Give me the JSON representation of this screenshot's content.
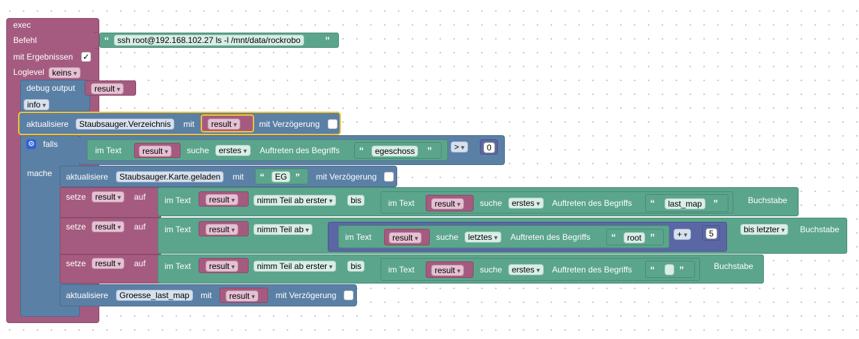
{
  "exec": {
    "title": "exec",
    "command_label": "Befehl",
    "command_value": "ssh root@192.168.102.27 ls -l /mnt/data/rockrobo",
    "results_label": "mit Ergebnissen",
    "results_checked": "✓",
    "loglevel_label": "Loglevel",
    "loglevel_value": "keins"
  },
  "debug": {
    "label": "debug output",
    "var": "result",
    "level": "info"
  },
  "update1": {
    "label": "aktualisiere",
    "state": "Staubsauger.Verzeichnis",
    "with": "mit",
    "var": "result",
    "delay": "mit Verzögerung"
  },
  "if_block": {
    "falls": "falls",
    "mache": "mache",
    "in_text": "im Text",
    "var": "result",
    "search": "suche",
    "which": "erstes",
    "occurrence": "Auftreten des Begriffs",
    "term": "egeschoss",
    "op": ">",
    "num": "0"
  },
  "update2": {
    "label": "aktualisiere",
    "state": "Staubsauger.Karte.geladen",
    "with": "mit",
    "value": "EG",
    "delay": "mit Verzögerung"
  },
  "set1": {
    "set": "setze",
    "var": "result",
    "to": "auf",
    "in_text": "im Text",
    "var2": "result",
    "mode": "nimm Teil ab erster",
    "until": "bis",
    "in_text2": "im Text",
    "var3": "result",
    "search": "suche",
    "which": "erstes",
    "occurrence": "Auftreten des Begriffs",
    "term": "last_map",
    "char": "Buchstabe"
  },
  "set2": {
    "set": "setze",
    "var": "result",
    "to": "auf",
    "in_text": "im Text",
    "var2": "result",
    "mode": "nimm Teil ab",
    "in_text2": "im Text",
    "var3": "result",
    "search": "suche",
    "which": "letztes",
    "occurrence": "Auftreten des Begriffs",
    "term": "root",
    "op": "+",
    "num": "5",
    "until": "bis letzter",
    "char": "Buchstabe"
  },
  "set3": {
    "set": "setze",
    "var": "result",
    "to": "auf",
    "in_text": "im Text",
    "var2": "result",
    "mode": "nimm Teil ab erster",
    "until": "bis",
    "in_text2": "im Text",
    "var3": "result",
    "search": "suche",
    "which": "erstes",
    "occurrence": "Auftreten des Begriffs",
    "term": "",
    "char": "Buchstabe"
  },
  "update3": {
    "label": "aktualisiere",
    "state": "Groesse_last_map",
    "with": "mit",
    "var": "result",
    "delay": "mit Verzögerung"
  },
  "icons": {
    "gear": "⚙",
    "quote_open": "“",
    "quote_close": "”"
  },
  "colors": {
    "exec": "#a55b80",
    "control": "#5b80a5",
    "text": "#5ba58c",
    "logic": "#5b67a5",
    "selected": "#f4c430"
  }
}
